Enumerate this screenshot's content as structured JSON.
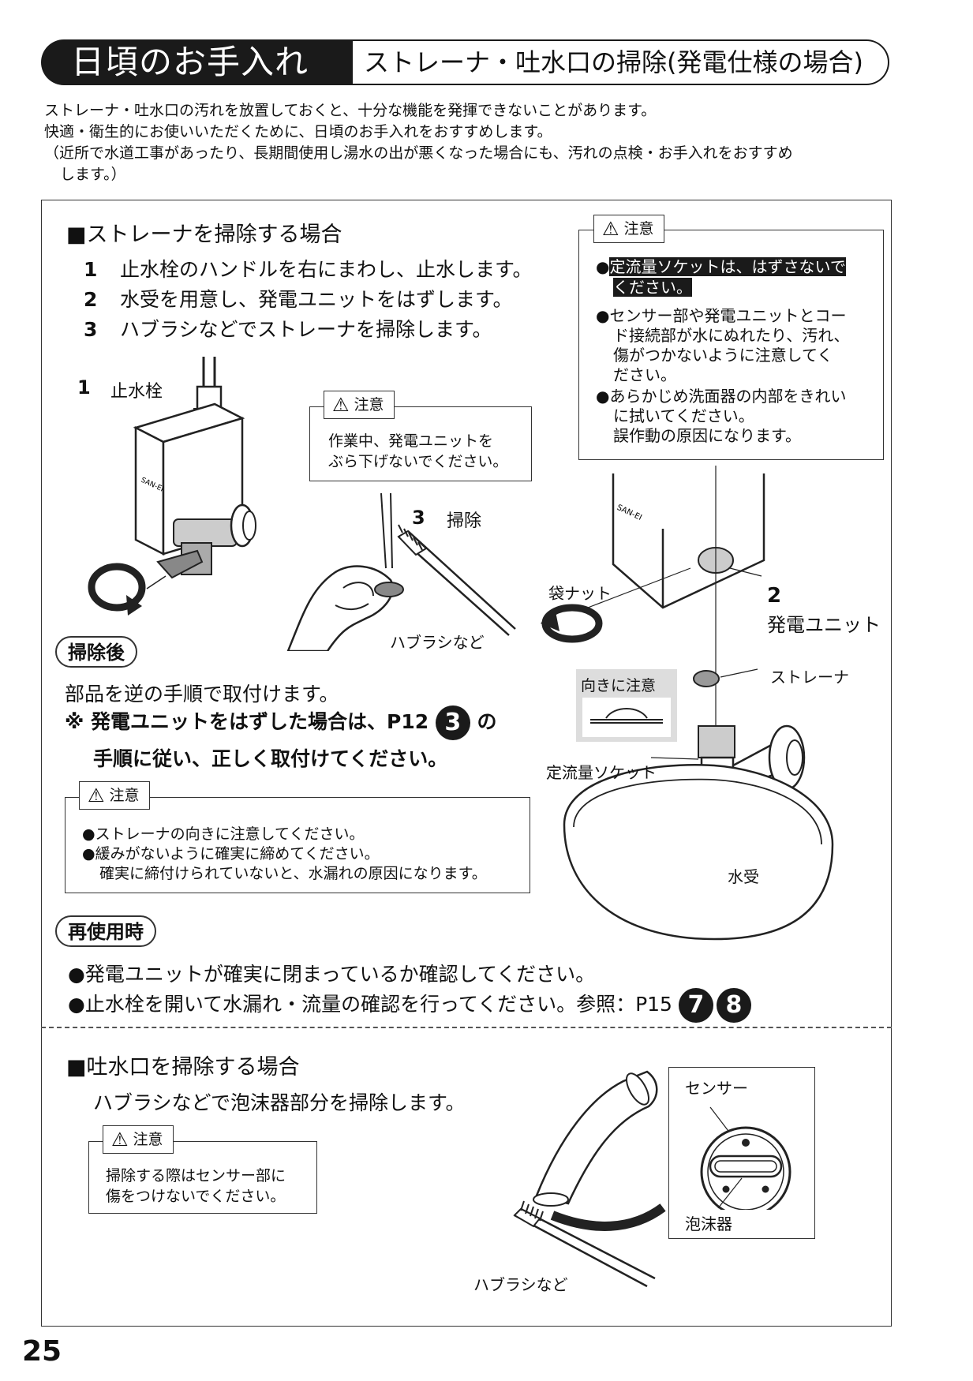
{
  "header": {
    "black_title": "日頃のお手入れ",
    "white_title": "ストレーナ・吐水口の掃除(発電仕様の場合)"
  },
  "intro": {
    "line1": "ストレーナ・吐水口の汚れを放置しておくと、十分な機能を発揮できないことがあります。",
    "line2": "快適・衛生的にお使いいただくために、日頃のお手入れをおすすめします。",
    "line3": "（近所で水道工事があったり、長期間使用し湯水の出が悪くなった場合にも、汚れの点検・お手入れをおすすめ",
    "line4": "します。）"
  },
  "strainer": {
    "title": "■ストレーナを掃除する場合",
    "steps": [
      {
        "num": "1",
        "text": "止水栓のハンドルを右にまわし、止水します。"
      },
      {
        "num": "2",
        "text": "水受を用意し、発電ユニットをはずします。"
      },
      {
        "num": "3",
        "text": "ハブラシなどでストレーナを掃除します。"
      }
    ]
  },
  "caution_top_right": {
    "tag": "注意",
    "item1_line1": "定流量ソケットは、はずさないで",
    "item1_line2": "ください。",
    "item2_line1": "●センサー部や発電ユニットとコー",
    "item2_line2": "ド接続部が水にぬれたり、汚れ、",
    "item2_line3": "傷がつかないように注意してく",
    "item2_line4": "ださい。",
    "item3_line1": "●あらかじめ洗面器の内部をきれい",
    "item3_line2": "に拭いてください。",
    "item3_line3": "誤作動の原因になります。"
  },
  "figure1": {
    "step_num": "1",
    "label": "止水栓",
    "brand": "SAN-EI"
  },
  "caution_mid": {
    "tag": "注意",
    "line1": "作業中、発電ユニットを",
    "line2": "ぶら下げないでください。"
  },
  "figure3": {
    "step_num": "3",
    "label": "掃除",
    "brush_label": "ハブラシなど"
  },
  "figure2": {
    "nut_label": "袋ナット",
    "step_num": "2",
    "unit_label": "発電ユニット",
    "strainer_label": "ストレーナ",
    "orientation_label": "向きに注意",
    "socket_label": "定流量ソケット",
    "basin_label": "水受",
    "brand": "SAN-EI"
  },
  "after": {
    "pill": "掃除後",
    "line1": "部品を逆の手順で取付けます。",
    "line2_pre": "※ 発電ユニットをはずした場合は、P12 ",
    "line2_num": "3",
    "line2_post": " の",
    "line3": "手順に従い、正しく取付けてください。"
  },
  "caution_after": {
    "tag": "注意",
    "line1": "●ストレーナの向きに注意してください。",
    "line2": "●緩みがないように確実に締めてください。",
    "line3": "確実に締付けられていないと、水漏れの原因になります。"
  },
  "reuse": {
    "pill": "再使用時",
    "line1": "●発電ユニットが確実に閉まっているか確認してください。",
    "line2": "●止水栓を開いて水漏れ・流量の確認を行ってください。参照：P15",
    "ref1": "7",
    "ref2": "8"
  },
  "spout": {
    "title": "■吐水口を掃除する場合",
    "text": "ハブラシなどで泡沫器部分を掃除します。",
    "caution_tag": "注意",
    "caution_line1": "掃除する際はセンサー部に",
    "caution_line2": "傷をつけないでください。",
    "sensor_label": "センサー",
    "aerator_label": "泡沫器",
    "brush_label": "ハブラシなど"
  },
  "page_number": "25"
}
